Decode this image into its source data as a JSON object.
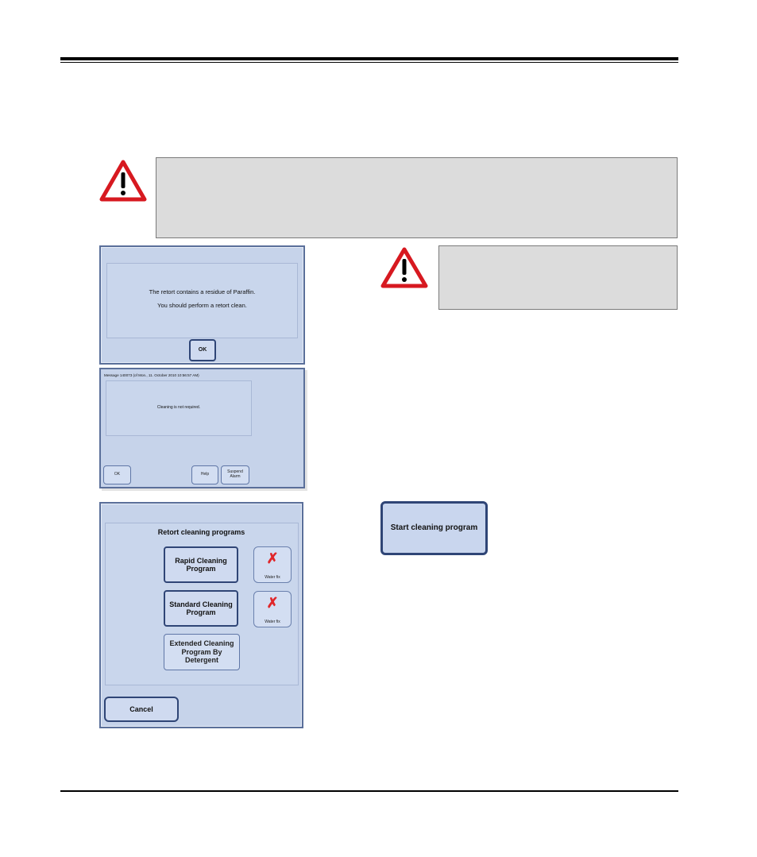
{
  "screen1": {
    "line1": "The retort contains a residue of Paraffin.",
    "line2": "You should perform a retort clean.",
    "ok_label": "OK"
  },
  "screen2": {
    "header": "Message 140073 (of Mon., 11. October 2010 10:56:57 AM)",
    "message": "Cleaning is not required.",
    "ok_label": "OK",
    "help_label": "Help",
    "suspend_label": "Suspend Alarm"
  },
  "screen3": {
    "title": "Retort cleaning programs",
    "rapid_label": "Rapid Cleaning Program",
    "standard_label": "Standard Cleaning Program",
    "extended_label": "Extended Cleaning Program By Detergent",
    "water_label_1": "Water fix",
    "water_label_2": "Water fix",
    "cancel_label": "Cancel"
  },
  "start_button_label": "Start cleaning program",
  "colors": {
    "warning_red": "#d71920",
    "screen_bg": "#c6d3ea",
    "button_border": "#2f4576",
    "note_bg": "#dcdcdc"
  },
  "icons": {
    "warning": "warning-triangle-icon",
    "cross": "red-cross-icon"
  }
}
